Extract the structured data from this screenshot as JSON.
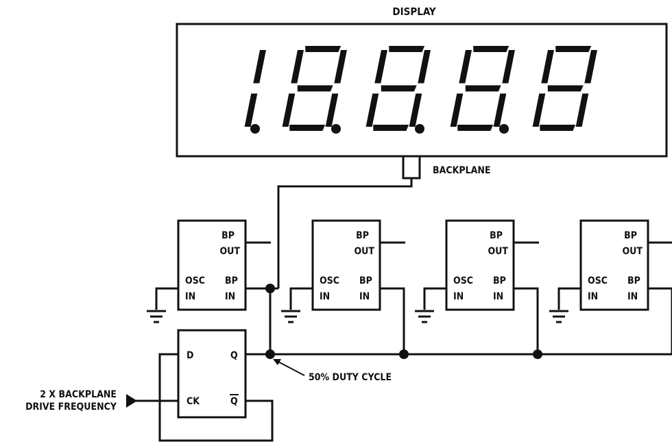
{
  "display": {
    "title": "DISPLAY",
    "digits": [
      "1.",
      "8.",
      "8.",
      "8.",
      "8"
    ],
    "backplane_label": "BACKPLANE"
  },
  "drivers": [
    {
      "bp_out_top": "BP",
      "bp_out_bottom": "OUT",
      "osc_top": "OSC",
      "osc_bottom": "IN",
      "bp_in_top": "BP",
      "bp_in_bottom": "IN"
    },
    {
      "bp_out_top": "BP",
      "bp_out_bottom": "OUT",
      "osc_top": "OSC",
      "osc_bottom": "IN",
      "bp_in_top": "BP",
      "bp_in_bottom": "IN"
    },
    {
      "bp_out_top": "BP",
      "bp_out_bottom": "OUT",
      "osc_top": "OSC",
      "osc_bottom": "IN",
      "bp_in_top": "BP",
      "bp_in_bottom": "IN"
    },
    {
      "bp_out_top": "BP",
      "bp_out_bottom": "OUT",
      "osc_top": "OSC",
      "osc_bottom": "IN",
      "bp_in_top": "BP",
      "bp_in_bottom": "IN"
    }
  ],
  "flipflop": {
    "d": "D",
    "q": "Q",
    "ck": "CK",
    "qbar": "Q"
  },
  "annotations": {
    "duty_cycle": "50% DUTY CYCLE",
    "input_line1": "2 X BACKPLANE",
    "input_line2": "DRIVE FREQUENCY"
  }
}
